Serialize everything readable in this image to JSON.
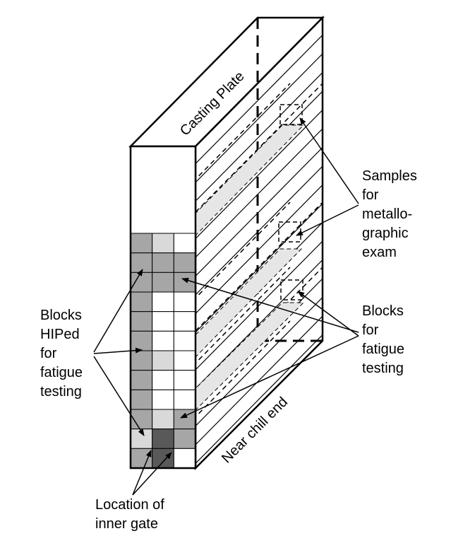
{
  "diagram": {
    "top_face_label": "Casting Plate",
    "side_face_label": "Near chill end",
    "labels": {
      "samples_metallographic": [
        "Samples",
        "for",
        "metallo-",
        "graphic",
        "exam"
      ],
      "blocks_fatigue": [
        "Blocks",
        "for",
        "fatigue",
        "testing"
      ],
      "blocks_hiped": [
        "Blocks",
        "HIPed",
        "for",
        "fatigue",
        "testing"
      ],
      "inner_gate": [
        "Location of",
        "inner gate"
      ]
    },
    "grid": {
      "rows": 12,
      "cols": 3,
      "shades": [
        [
          "mid",
          "light",
          "white"
        ],
        [
          "mid",
          "mid",
          "mid"
        ],
        [
          "mid",
          "mid",
          "mid"
        ],
        [
          "mid",
          "white",
          "white"
        ],
        [
          "mid",
          "white",
          "white"
        ],
        [
          "mid",
          "white",
          "white"
        ],
        [
          "mid",
          "light",
          "white"
        ],
        [
          "mid",
          "white",
          "white"
        ],
        [
          "mid",
          "white",
          "white"
        ],
        [
          "mid",
          "light",
          "mid"
        ],
        [
          "light",
          "dark",
          "mid"
        ],
        [
          "mid",
          "dark",
          "white"
        ]
      ]
    },
    "colors": {
      "mid": "#a6a6a6",
      "light": "#d9d9d9",
      "dark": "#595959",
      "white": "#ffffff",
      "slab": "#e6e6e6",
      "line": "#000000"
    }
  }
}
